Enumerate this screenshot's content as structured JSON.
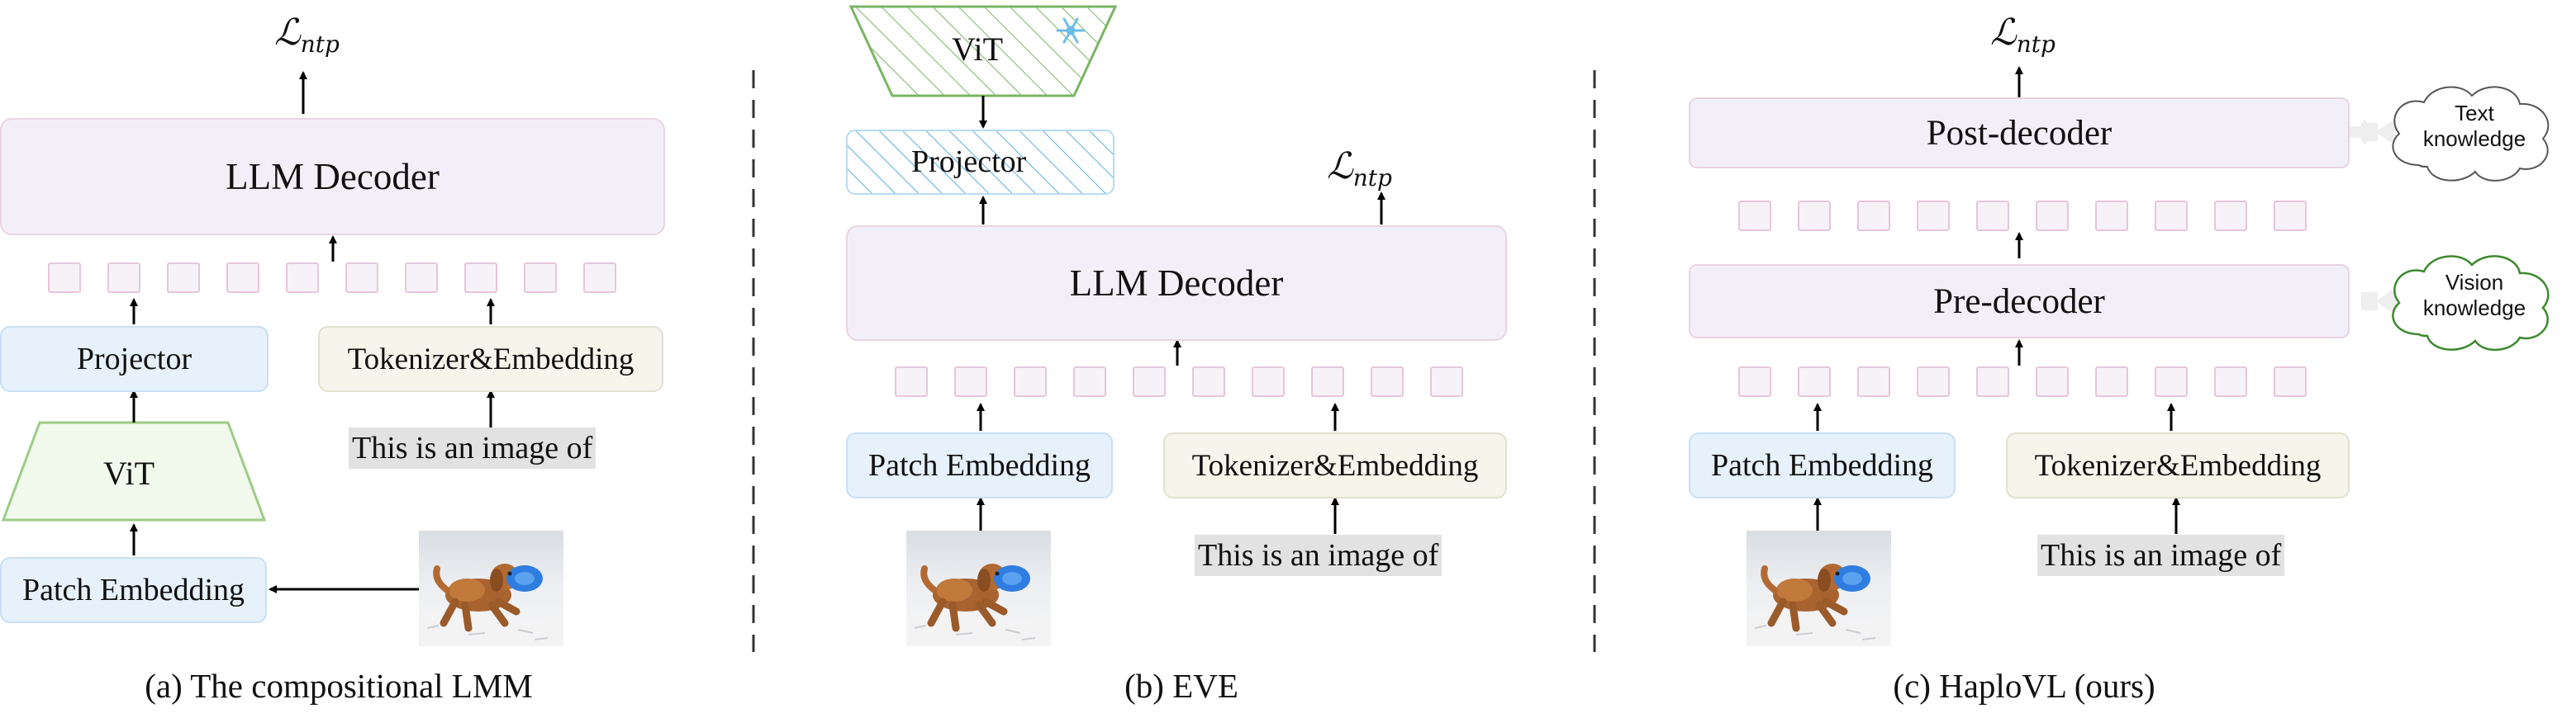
{
  "panel_a": {
    "caption": "(a) The compositional LMM",
    "loss_symbol": "ℒ",
    "loss_subscript": "ntp",
    "llm_decoder": "LLM Decoder",
    "projector": "Projector",
    "vit": "ViT",
    "patch_embedding": "Patch Embedding",
    "tokenizer": "Tokenizer&Embedding",
    "text_input": "This is an image of",
    "image": "dog-with-frisbee-photo"
  },
  "panel_b": {
    "caption": "(b) EVE",
    "loss_symbol": "ℒ",
    "loss_subscript": "ntp",
    "vit": "ViT",
    "vit_frozen_icon": "snowflake-icon",
    "projector": "Projector",
    "llm_decoder": "LLM Decoder",
    "patch_embedding": "Patch Embedding",
    "tokenizer": "Tokenizer&Embedding",
    "text_input": "This is an image of",
    "image": "dog-with-frisbee-photo"
  },
  "panel_c": {
    "caption": "(c) HaploVL (ours)",
    "loss_symbol": "ℒ",
    "loss_subscript": "ntp",
    "post_decoder": "Post-decoder",
    "pre_decoder": "Pre-decoder",
    "text_knowledge_line1": "Text",
    "text_knowledge_line2": "knowledge",
    "vision_knowledge_line1": "Vision",
    "vision_knowledge_line2": "knowledge",
    "patch_embedding": "Patch Embedding",
    "tokenizer": "Tokenizer&Embedding",
    "text_input": "This is an image of",
    "image": "dog-with-frisbee-photo"
  },
  "colors": {
    "decoder_fill": "#f3eff8",
    "decoder_border": "#ead3e3",
    "projector_fill": "#e6f1fb",
    "tokenizer_fill": "#f6f5ec",
    "vit_green": "#7ab564",
    "frozen_projector_blue": "#5aaee0",
    "cloud_green": "#3d8a2f"
  }
}
